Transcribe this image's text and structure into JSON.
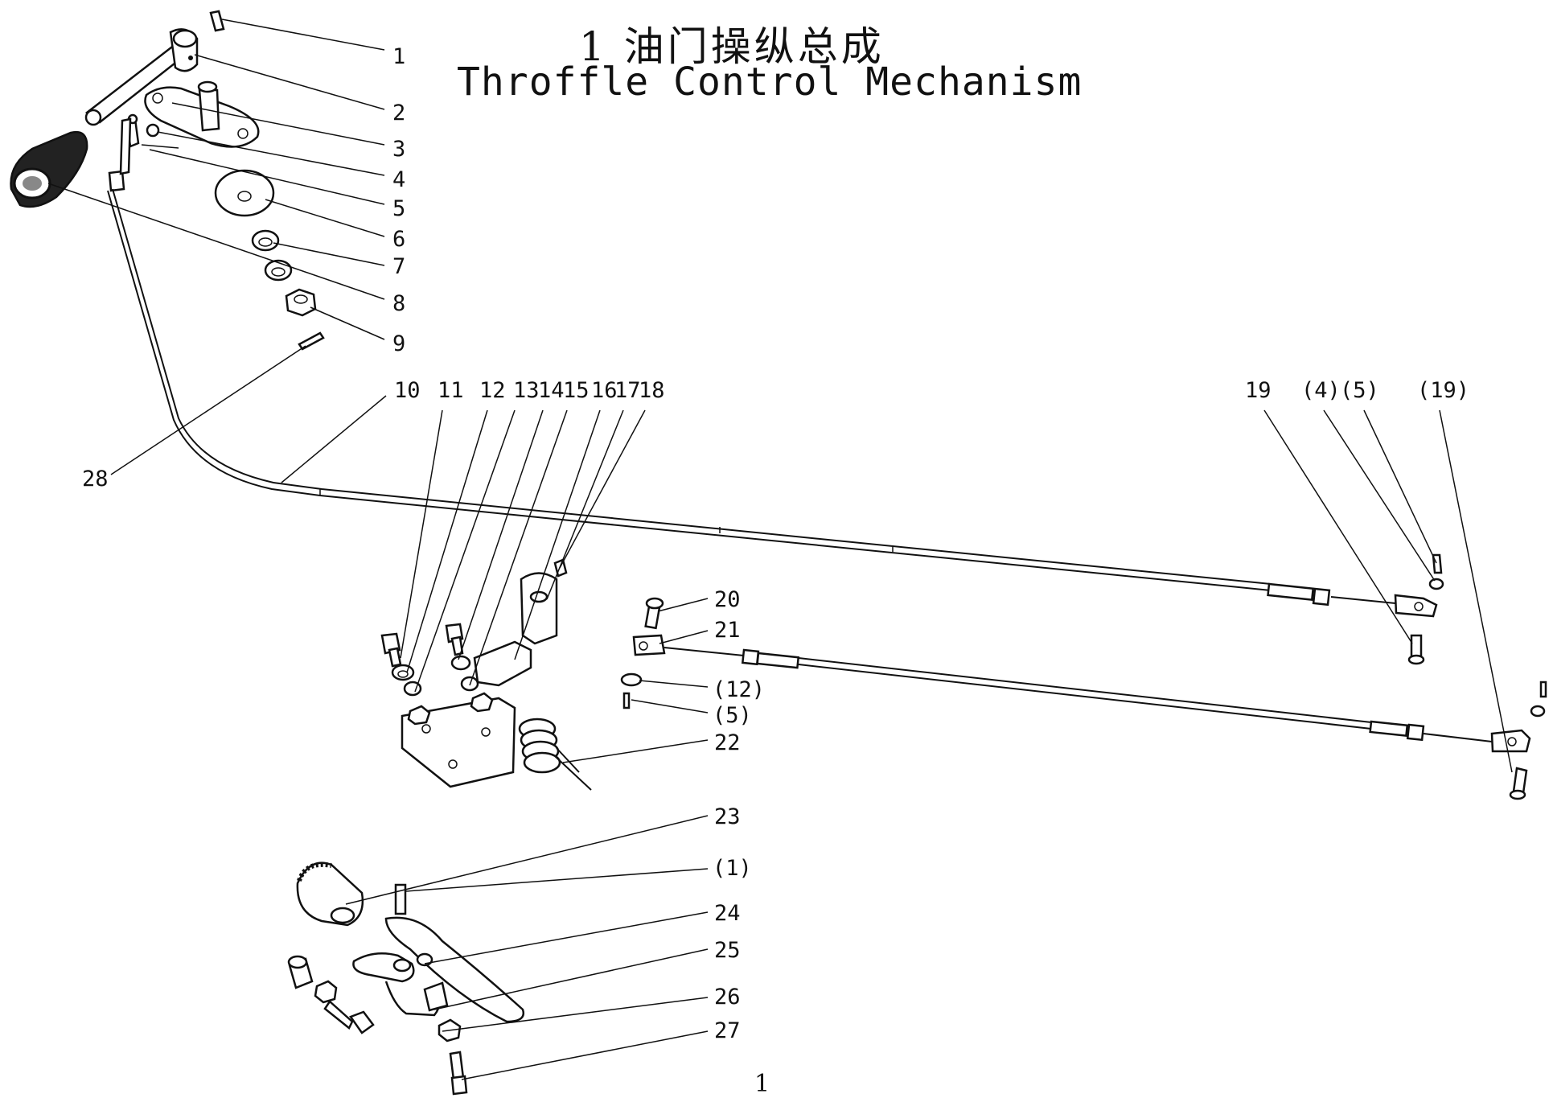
{
  "title": {
    "chinese": "1 油门操纵总成",
    "english": "Throffle Control Mechanism"
  },
  "page_number": "1",
  "callouts": [
    "1",
    "2",
    "3",
    "4",
    "5",
    "6",
    "7",
    "8",
    "9",
    "10",
    "11",
    "12",
    "13",
    "14",
    "15",
    "16",
    "17",
    "18",
    "19",
    "(4)",
    "(5)",
    "(19)",
    "20",
    "21",
    "(12)",
    "(5)",
    "22",
    "23",
    "(1)",
    "24",
    "25",
    "26",
    "27",
    "28"
  ]
}
